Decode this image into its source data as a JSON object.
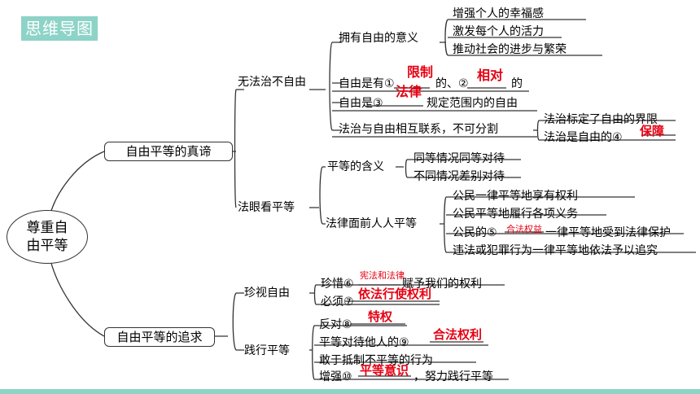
{
  "title": "思维导图",
  "root": {
    "line1": "尊重自",
    "line2": "由平等"
  },
  "branch1": {
    "label": "自由平等的真谛",
    "sub1": {
      "label": "无法治不自由",
      "meaning": {
        "label": "拥有自由的意义",
        "items": [
          "增强个人的幸福感",
          "激发每个人的活力",
          "推动社会的进步与繁荣"
        ]
      },
      "line_free": {
        "a": "自由是有①",
        "b": "的、②",
        "c": "的"
      },
      "line_scope": {
        "a": "自由是③",
        "b": "规定范围内的自由"
      },
      "relation": {
        "label": "法治与自由相互联系，不可分割",
        "items": [
          "法治标定了自由的界限",
          "法治是自由的④"
        ]
      }
    },
    "sub2": {
      "label": "法眼看平等",
      "meaning": {
        "label": "平等的含义",
        "items": [
          "同等情况同等对待",
          "不同情况差别对待"
        ]
      },
      "law": {
        "label": "法律面前人人平等",
        "items": [
          "公民一律平等地享有权利",
          "公民平等地履行各项义务"
        ],
        "item3": {
          "a": "公民的⑤",
          "b": "一律平等地受到法律保护"
        },
        "item4": "违法或犯罪行为一律平等地依法予以追究"
      }
    }
  },
  "branch2": {
    "label": "自由平等的追求",
    "sub1": {
      "label": "珍视自由",
      "l1": {
        "a": "珍惜⑥",
        "b": "赋予我们的权利"
      },
      "l2": {
        "a": "必须⑦"
      }
    },
    "sub2": {
      "label": "践行平等",
      "l1": {
        "a": "反对⑧"
      },
      "l2": {
        "a": "平等对待他人的⑨"
      },
      "l3": "敢于抵制不平等的行为",
      "l4": {
        "a": "增强⑩",
        "b": "，努力践行平等"
      }
    }
  },
  "answers": {
    "a1": "限制",
    "a2": "相对",
    "a3": "法律",
    "a4": "保障",
    "a5": "合法权益",
    "a6": "宪法和法律",
    "a7": "依法行使权利",
    "a8": "特权",
    "a9": "合法权利",
    "a10": "平等意识"
  },
  "colors": {
    "badge": "#8dd3c7",
    "answer": "#e60012",
    "line": "#333333"
  }
}
